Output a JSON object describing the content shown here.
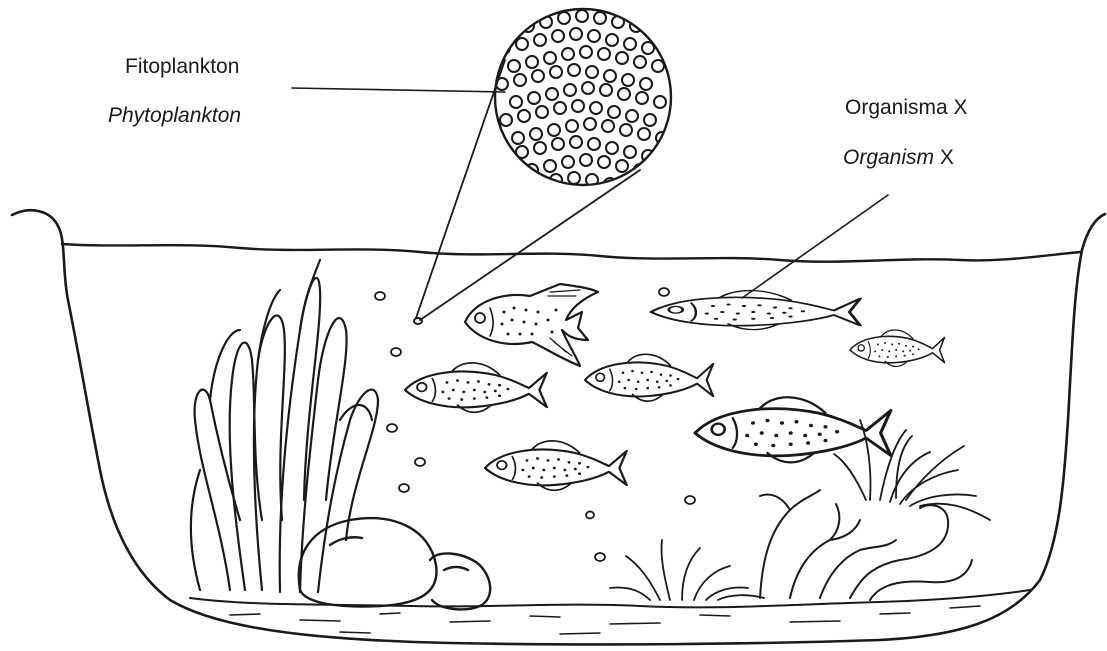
{
  "labels": {
    "phytoplankton_malay": "Fitoplankton",
    "phytoplankton_english": "Phytoplankton",
    "organism_x_malay": "Organisma X",
    "organism_x_english_word": "Organism",
    "organism_x_english_letter": "X"
  },
  "colors": {
    "ink": "#1a1a1a",
    "background": "#ffffff"
  }
}
